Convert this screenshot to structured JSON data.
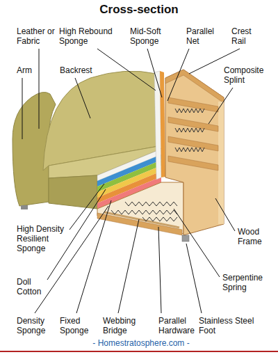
{
  "diagram": {
    "title": "Cross-section",
    "labels": [
      "Leather or Fabric",
      "High Rebound Sponge",
      "Mid-Soft Sponge",
      "Parallel Net",
      "Crest Rail",
      "Arm",
      "Backrest",
      "Composite Splint",
      "High Density Resilient Sponge",
      "Wood Frame",
      "Serpentine Spring",
      "Doll Cotton",
      "Density Sponge",
      "Fixed Sponge",
      "Webbing Bridge",
      "Parallel Hardware",
      "Stainless Steel Foot",
      "- Homestratosphere.com -"
    ]
  }
}
